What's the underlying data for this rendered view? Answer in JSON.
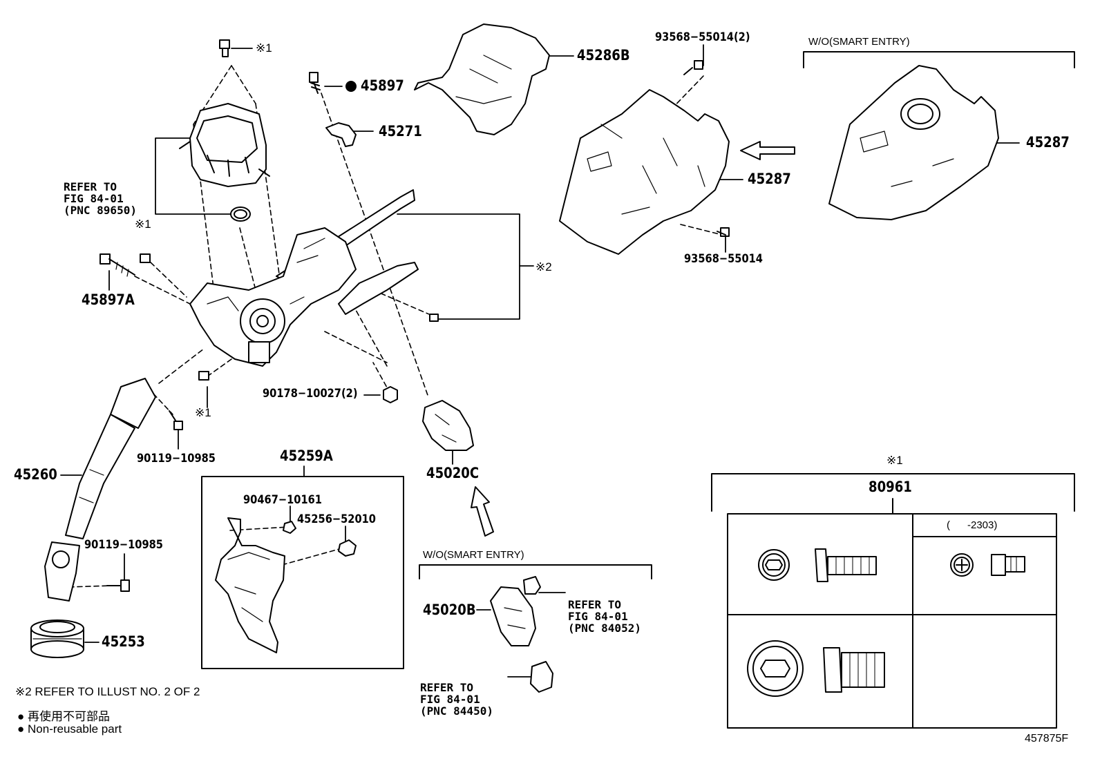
{
  "labels": {
    "p45286b": "45286B",
    "p45897": "45897",
    "p45271": "45271",
    "p93568_2": "93568−55014(2)",
    "p45287_mid": "45287",
    "p45287_right": "45287",
    "p93568": "93568−55014",
    "p45897a": "45897A",
    "p90178": "90178−10027(2)",
    "p90119_top": "90119−10985",
    "p45260": "45260",
    "p90119_bot": "90119−10985",
    "p45253": "45253",
    "p45259a": "45259A",
    "p90467": "90467−10161",
    "p45256": "45256−52010",
    "p45020c": "45020C",
    "p45020b": "45020B",
    "p80961": "80961",
    "drawing_no": "457875F"
  },
  "markers": {
    "kome1_top": "※1",
    "kome1_left": "※1",
    "kome1_mid": "※1",
    "kome2": "※2",
    "kome1_box": "※1"
  },
  "refs": {
    "ref_89650": [
      "REFER TO",
      "FIG 84-01",
      "(PNC 89650)"
    ],
    "ref_84052": [
      "REFER TO",
      "FIG 84-01",
      "(PNC 84052)"
    ],
    "ref_84450": [
      "REFER TO",
      "FIG 84-01",
      "(PNC 84450)"
    ]
  },
  "headers": {
    "wo_smart_top": "W/O(SMART ENTRY)",
    "wo_smart_bottom": "W/O(SMART ENTRY)",
    "date_range": "(      -2303)"
  },
  "notes": {
    "note2": "※2  REFER TO ILLUST NO. 2 OF 2",
    "jp": "再使用不可部品",
    "en": "Non-reusable part",
    "bullet": "●"
  },
  "colors": {
    "line": "#000000",
    "background": "#ffffff",
    "part_fill": "#ffffff"
  }
}
